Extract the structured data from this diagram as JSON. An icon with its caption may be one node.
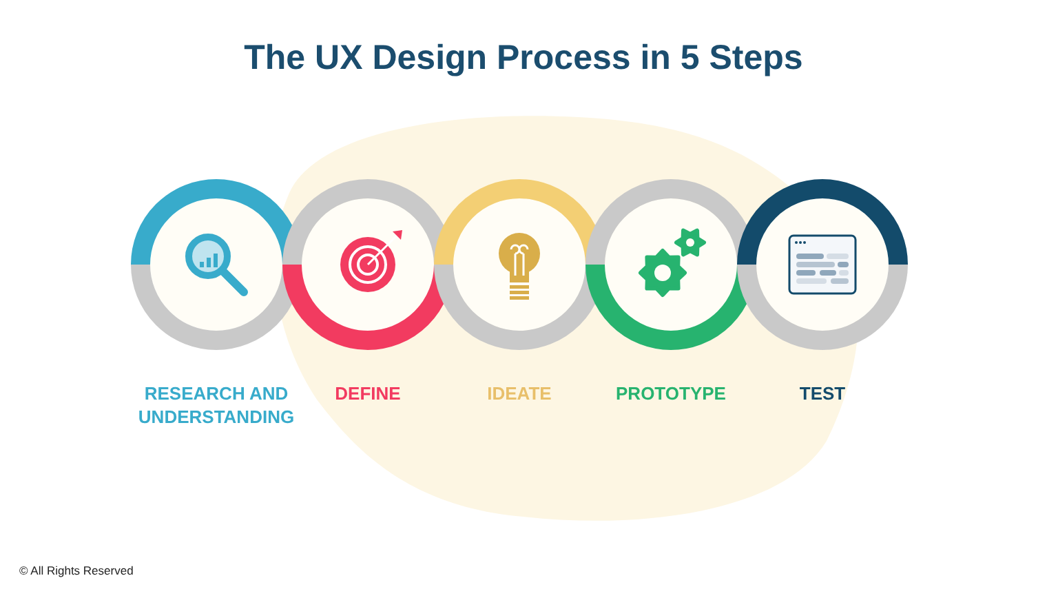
{
  "diagram": {
    "title": "The UX Design Process in 5 Steps",
    "nodes": [
      {
        "text": [
          "RESEARCH AND UNDERSTANDING"
        ]
      },
      {
        "text": [
          "DEFINE"
        ]
      },
      {
        "text": [
          "IDEATE"
        ]
      },
      {
        "text": [
          "PROTOTYPE"
        ]
      },
      {
        "text": [
          "TEST"
        ]
      }
    ],
    "labels": [
      "© All Rights Reserved"
    ]
  }
}
